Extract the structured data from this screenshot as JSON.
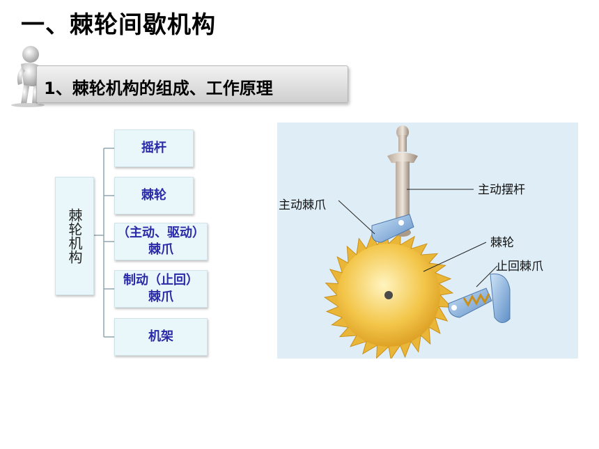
{
  "page_title": "一、棘轮间歇机构",
  "section_heading": "1、棘轮机构的组成、工作原理",
  "tree": {
    "root": "棘轮机构",
    "children": [
      "摇杆",
      "棘轮",
      "（主动、驱动）\n棘爪",
      "制动（止回）\n棘爪",
      "机架"
    ]
  },
  "figure": {
    "labels": {
      "driving_rocker": "主动摆杆",
      "driving_pawl": "主动棘爪",
      "ratchet_wheel": "棘轮",
      "holding_pawl": "止回棘爪"
    }
  },
  "colors": {
    "box_fill": "#e9f7fa",
    "box_text": "#2a2aa8",
    "photo_bg": "#dfedf6",
    "wheel": "#f3c64a"
  }
}
